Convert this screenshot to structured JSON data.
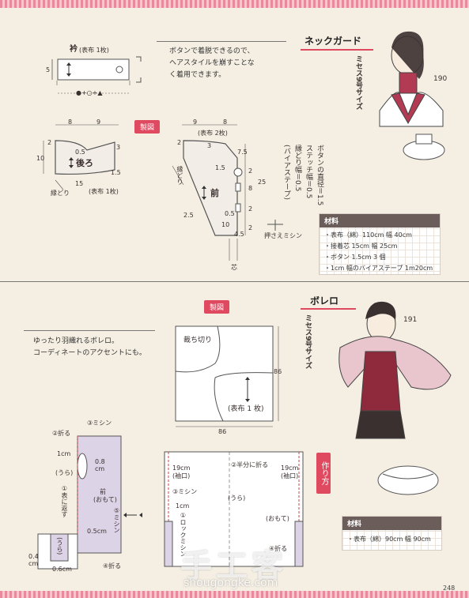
{
  "top": {
    "collar_title": "衿",
    "collar_sub": "(表布 1枚)",
    "collar_h": "5",
    "collar_symbols": "●+○+▲",
    "note_lines": [
      "ボタンで着脱できるので、",
      "ヘアスタイルを崩すことな",
      "く着用できます。"
    ],
    "heading": "ネックガード",
    "size_label": "ミセス9号サイズ",
    "model_no": "190",
    "seizu": "製図",
    "back_dims": [
      "8",
      "9"
    ],
    "front_dims": [
      "9",
      "8"
    ],
    "back": {
      "label": "後ろ",
      "h": "10",
      "m2": "2",
      "m3": "3",
      "m05": "0.5",
      "m15": "15",
      "m15b": "1.5",
      "edge": "縁どり",
      "cloth": "(表布 1枚)"
    },
    "front": {
      "cloth": "(表布 2枚)",
      "label": "前",
      "edge": "縁どり",
      "m2": "2",
      "m3": "3",
      "m75": "7.5",
      "m15": "1.5",
      "m25": "25",
      "m25b": "2.5",
      "m05": "0.5",
      "m10": "10",
      "m45": "4.5",
      "m2b": "2",
      "m8": "8",
      "m2c": "2",
      "m2d": "2",
      "core": "芯"
    },
    "vert_notes": [
      "ボタンの直径＝1.5",
      "ステッチ幅＝0.5",
      "縁どり幅＝0.5",
      "(バイアステープ)"
    ],
    "press_stitch": "押さえミシン",
    "materials_title": "材料",
    "materials": [
      "・表布（綿）110cm 幅 40cm",
      "・接着芯 15cm 幅 25cm",
      "・ボタン 1.5cm 3 個",
      "・1cm 幅のバイアステープ 1m20cm"
    ]
  },
  "bottom": {
    "heading": "ボレロ",
    "model_no": "191",
    "size_label": "ミセス9号サイズ",
    "seizu": "製図",
    "note_lines": [
      "ゆったり羽織れるボレロ。",
      "コーディネートのアクセントにも。"
    ],
    "cut_line": "裁ち切り",
    "cloth": "(表布 1 枚)",
    "dim_w": "86",
    "dim_h": "86",
    "tsukurikata": "作り方",
    "left_steps": {
      "s2": "②折る",
      "s3": "③ミシン",
      "cm1": "1cm",
      "cm08": "0.8",
      "cm08u": "cm",
      "ura": "(うら)",
      "s1": "①表に返す",
      "front": "前",
      "omote": "(おもて)",
      "s5": "⑤ミシン",
      "cm05": "0.5cm",
      "s4": "④折る",
      "cm04": "0.4",
      "cm04u": "cm",
      "cm06": "0.6cm",
      "ura2": "(うら)"
    },
    "right_steps": {
      "cuff_l": "19cm",
      "cuff_lu": "(袖口)",
      "fold_half": "②半分に折る",
      "cuff_r": "19cm",
      "cuff_ru": "(袖口)",
      "sew3": "③ミシン",
      "cm1": "1cm",
      "ura": "(うら)",
      "lock": "①ロックミシン",
      "omote": "(おもて)",
      "fold4": "④折る"
    },
    "materials_title": "材料",
    "materials": [
      "・表布（綿）90cm 幅 90cm"
    ]
  },
  "watermark": {
    "big": "手工客",
    "url": "shougongke.com"
  },
  "page_number": "248"
}
